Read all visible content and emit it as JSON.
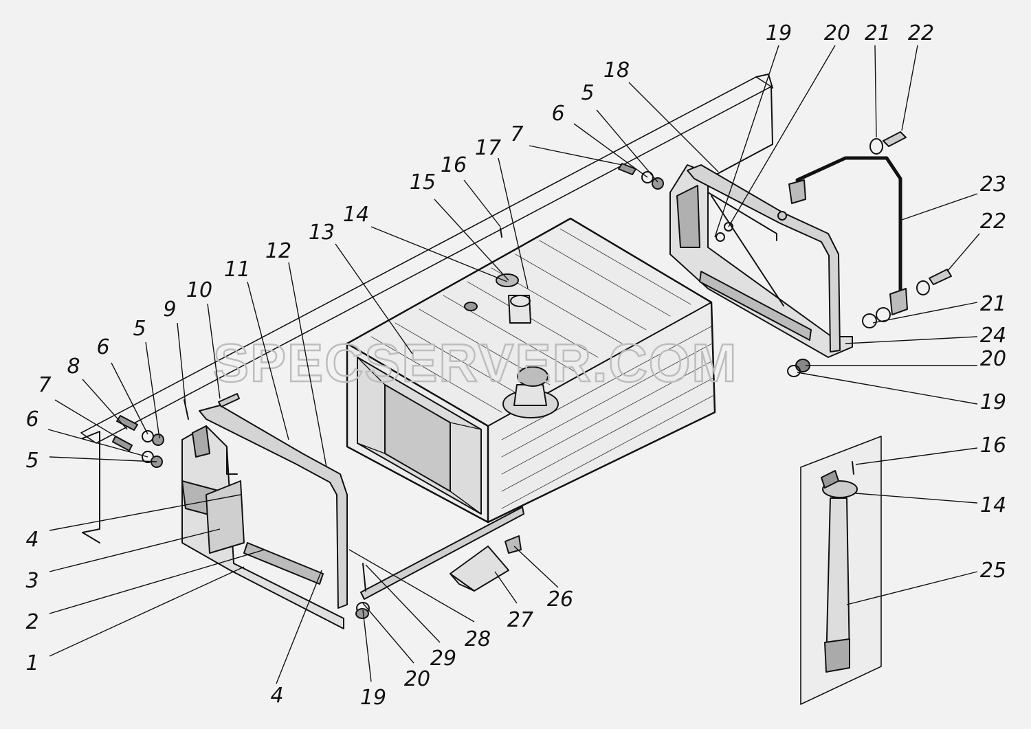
{
  "watermark": "SPECSERVER.COM",
  "colors": {
    "background": "#f2f2f2",
    "ink": "#111111",
    "watermark": "#bdbdbd"
  },
  "callouts": [
    {
      "id": "c19a",
      "label": "19"
    },
    {
      "id": "c20a",
      "label": "20"
    },
    {
      "id": "c21a",
      "label": "21"
    },
    {
      "id": "c22a",
      "label": "22"
    },
    {
      "id": "c18",
      "label": "18"
    },
    {
      "id": "c5a",
      "label": "5"
    },
    {
      "id": "c6a",
      "label": "6"
    },
    {
      "id": "c7a",
      "label": "7"
    },
    {
      "id": "c17",
      "label": "17"
    },
    {
      "id": "c16a",
      "label": "16"
    },
    {
      "id": "c15",
      "label": "15"
    },
    {
      "id": "c14a",
      "label": "14"
    },
    {
      "id": "c13",
      "label": "13"
    },
    {
      "id": "c12",
      "label": "12"
    },
    {
      "id": "c11",
      "label": "11"
    },
    {
      "id": "c10",
      "label": "10"
    },
    {
      "id": "c9",
      "label": "9"
    },
    {
      "id": "c5b",
      "label": "5"
    },
    {
      "id": "c6b",
      "label": "6"
    },
    {
      "id": "c8",
      "label": "8"
    },
    {
      "id": "c7b",
      "label": "7"
    },
    {
      "id": "c6c",
      "label": "6"
    },
    {
      "id": "c5c",
      "label": "5"
    },
    {
      "id": "c4a",
      "label": "4"
    },
    {
      "id": "c3",
      "label": "3"
    },
    {
      "id": "c2",
      "label": "2"
    },
    {
      "id": "c1",
      "label": "1"
    },
    {
      "id": "c4b",
      "label": "4"
    },
    {
      "id": "c19b",
      "label": "19"
    },
    {
      "id": "c20b",
      "label": "20"
    },
    {
      "id": "c29",
      "label": "29"
    },
    {
      "id": "c28",
      "label": "28"
    },
    {
      "id": "c27",
      "label": "27"
    },
    {
      "id": "c26",
      "label": "26"
    },
    {
      "id": "c23",
      "label": "23"
    },
    {
      "id": "c22b",
      "label": "22"
    },
    {
      "id": "c21b",
      "label": "21"
    },
    {
      "id": "c24",
      "label": "24"
    },
    {
      "id": "c20c",
      "label": "20"
    },
    {
      "id": "c19c",
      "label": "19"
    },
    {
      "id": "c16b",
      "label": "16"
    },
    {
      "id": "c14b",
      "label": "14"
    },
    {
      "id": "c25",
      "label": "25"
    }
  ]
}
